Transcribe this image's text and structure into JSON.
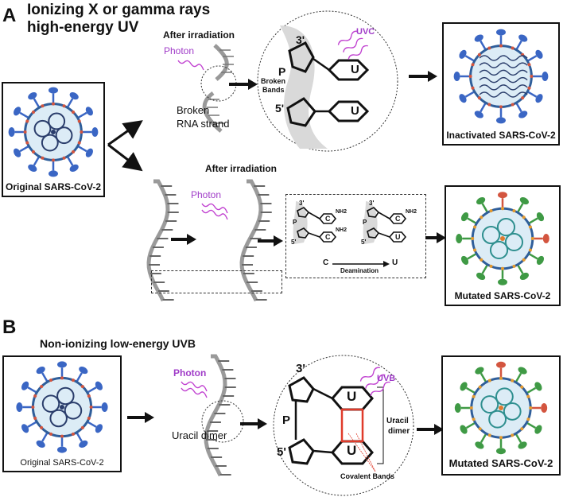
{
  "panel_a": {
    "letter": "A",
    "heading_line1": "Ionizing X or gamma rays",
    "heading_line2": "high-energy UV",
    "top": {
      "after_irradiation": "After irradiation",
      "photon": "Photon",
      "broken_line1": "Broken",
      "broken_line2": "RNA strand",
      "zoom": {
        "uvc": "UVC",
        "three_prime": "3'",
        "five_prime": "5'",
        "p": "P",
        "u1": "U",
        "u2": "U",
        "broken_line1": "Broken",
        "broken_line2": "Bands"
      },
      "result": "Inactivated SARS-CoV-2"
    },
    "original": "Original SARS-CoV-2",
    "bottom": {
      "after_irradiation": "After irradiation",
      "photon": "Photon",
      "detail": {
        "three_prime_1": "3'",
        "five_prime_1": "5'",
        "p_1": "P",
        "c_1": "C",
        "c_2": "C",
        "nh2_1": "NH2",
        "nh2_2": "NH2",
        "three_prime_2": "3'",
        "five_prime_2": "5'",
        "p_2": "P",
        "c_3": "C",
        "u_3": "U",
        "nh2_3": "NH2",
        "from": "C",
        "to": "U",
        "deamination": "Deamination"
      },
      "result": "Mutated SARS-CoV-2"
    }
  },
  "panel_b": {
    "letter": "B",
    "heading": "Non-ionizing low-energy UVB",
    "original": "Original SARS-CoV-2",
    "photon": "Photon",
    "uracil_dimer_label": "Uracil dimer",
    "zoom": {
      "uvb": "UVB",
      "three_prime": "3'",
      "five_prime": "5'",
      "p": "P",
      "u_top": "U",
      "u_bottom": "U",
      "uracil": "Uracil",
      "dimer": "dimer",
      "covalent": "Covalent Bands"
    },
    "result": "Mutated SARS-CoV-2"
  },
  "colors": {
    "virus_membrane": "#dcecf6",
    "spike_blue": "#3a66c4",
    "spike_green": "#3f9a45",
    "spike_red": "#d3553f",
    "rna_teal": "#2f8f8f",
    "photon_purple": "#c040d0",
    "dimer_red": "#e03b2b",
    "shade_gray": "#d9d9d9"
  }
}
